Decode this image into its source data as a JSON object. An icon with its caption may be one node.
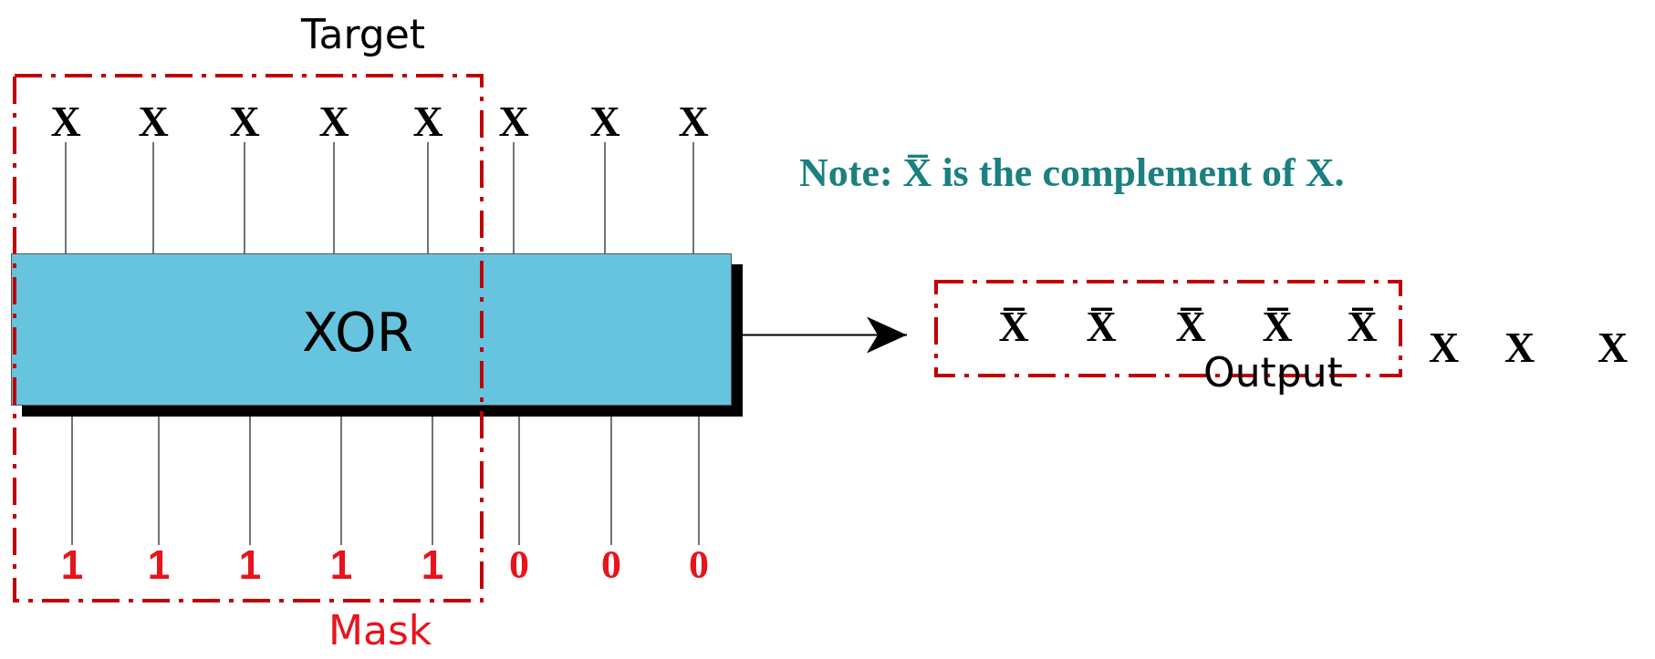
{
  "diagram": {
    "nodes": [
      {
        "text": [
          "X"
        ]
      },
      {
        "text": [
          "X"
        ]
      },
      {
        "text": [
          "X"
        ]
      },
      {
        "text": [
          "X"
        ]
      },
      {
        "text": [
          "X"
        ]
      },
      {
        "text": [
          "X"
        ]
      },
      {
        "text": [
          "X"
        ]
      },
      {
        "text": [
          "X"
        ]
      },
      {
        "text": [
          "XOR"
        ]
      },
      {
        "text": [
          "1"
        ]
      },
      {
        "text": [
          "1"
        ]
      },
      {
        "text": [
          "1"
        ]
      },
      {
        "text": [
          "1"
        ]
      },
      {
        "text": [
          "1"
        ]
      },
      {
        "text": [
          "0"
        ]
      },
      {
        "text": [
          "0"
        ]
      },
      {
        "text": [
          "0"
        ]
      },
      {
        "text": [
          "Output"
        ]
      },
      {
        "text": [
          "X̅"
        ],
        "in": 17
      },
      {
        "text": [
          "X̅"
        ],
        "in": 17
      },
      {
        "text": [
          "X̅"
        ],
        "in": 17
      },
      {
        "text": [
          "X̅"
        ],
        "in": 17
      },
      {
        "text": [
          "X̅"
        ],
        "in": 17
      }
    ],
    "edges": [
      {
        "from": 0,
        "to": 8,
        "arrow": "none"
      },
      {
        "from": 1,
        "to": 8,
        "arrow": "none"
      },
      {
        "from": 2,
        "to": 8,
        "arrow": "none"
      },
      {
        "from": 3,
        "to": 8,
        "arrow": "none"
      },
      {
        "from": 4,
        "to": 8,
        "arrow": "none"
      },
      {
        "from": 5,
        "to": 8,
        "arrow": "none"
      },
      {
        "from": 6,
        "to": 8,
        "arrow": "none"
      },
      {
        "from": 7,
        "to": 8,
        "arrow": "none"
      },
      {
        "from": 9,
        "to": 8,
        "arrow": "none"
      },
      {
        "from": 10,
        "to": 8,
        "arrow": "none"
      },
      {
        "from": 11,
        "to": 8,
        "arrow": "none"
      },
      {
        "from": 12,
        "to": 8,
        "arrow": "none"
      },
      {
        "from": 13,
        "to": 8,
        "arrow": "none"
      },
      {
        "from": 14,
        "to": 8,
        "arrow": "none"
      },
      {
        "from": 15,
        "to": 8,
        "arrow": "none"
      },
      {
        "from": 16,
        "to": 8,
        "arrow": "none"
      },
      {
        "from": 8,
        "to": 17,
        "arrow": "to"
      }
    ],
    "labels": [
      "Target",
      "Note: X̅ is the complement of X.",
      "X",
      "X",
      "X",
      "Mask"
    ]
  }
}
